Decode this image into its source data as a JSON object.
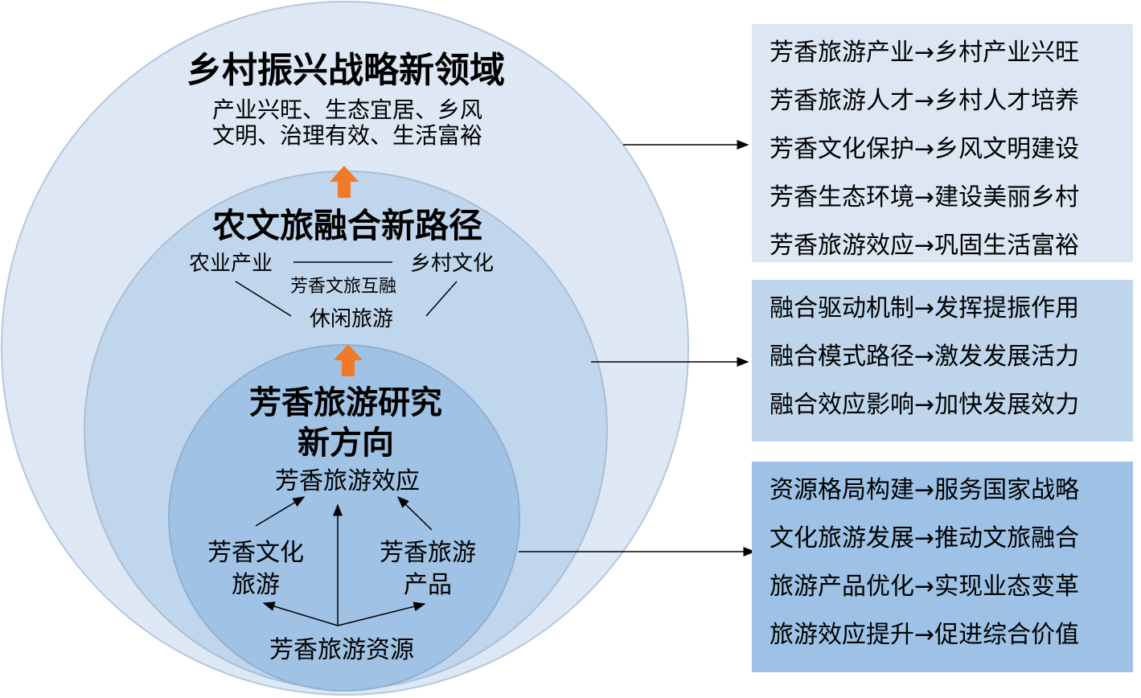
{
  "outer": {
    "title": "乡村振兴战略新领域",
    "line1": "产业兴旺、生态宜居、乡风",
    "line2": "文明、治理有效、生活富裕"
  },
  "middle": {
    "title": "农文旅融合新路径",
    "left": "农业产业",
    "right": "乡村文化",
    "center": "芳香文旅互融",
    "bottom": "休闲旅游"
  },
  "inner": {
    "title1": "芳香旅游研究",
    "title2": "新方向",
    "top": "芳香旅游效应",
    "left1": "芳香文化",
    "left2": "旅游",
    "right1": "芳香旅游",
    "right2": "产品",
    "bottom": "芳香旅游资源"
  },
  "boxes": [
    {
      "color": "#dce7f3",
      "items": [
        "芳香旅游产业→乡村产业兴旺",
        "芳香旅游人才→乡村人才培养",
        "芳香文化保护→乡风文明建设",
        "芳香生态环境→建设美丽乡村",
        "芳香旅游效应→巩固生活富裕"
      ]
    },
    {
      "color": "#bed5ec",
      "items": [
        "融合驱动机制→发挥提振作用",
        "融合模式路径→激发发展活力",
        "融合效应影响→加快发展效力"
      ]
    },
    {
      "color": "#9dc2e6",
      "items": [
        "资源格局构建→服务国家战略",
        "文化旅游发展→推动文旅融合",
        "旅游产品优化→实现业态变革",
        "旅游效应提升→促进综合价值"
      ]
    }
  ],
  "colors": {
    "outer": "#dde8f4",
    "middle": "#c0d6ec",
    "inner": "#9fc2e5",
    "arrow": "#f07a28"
  }
}
